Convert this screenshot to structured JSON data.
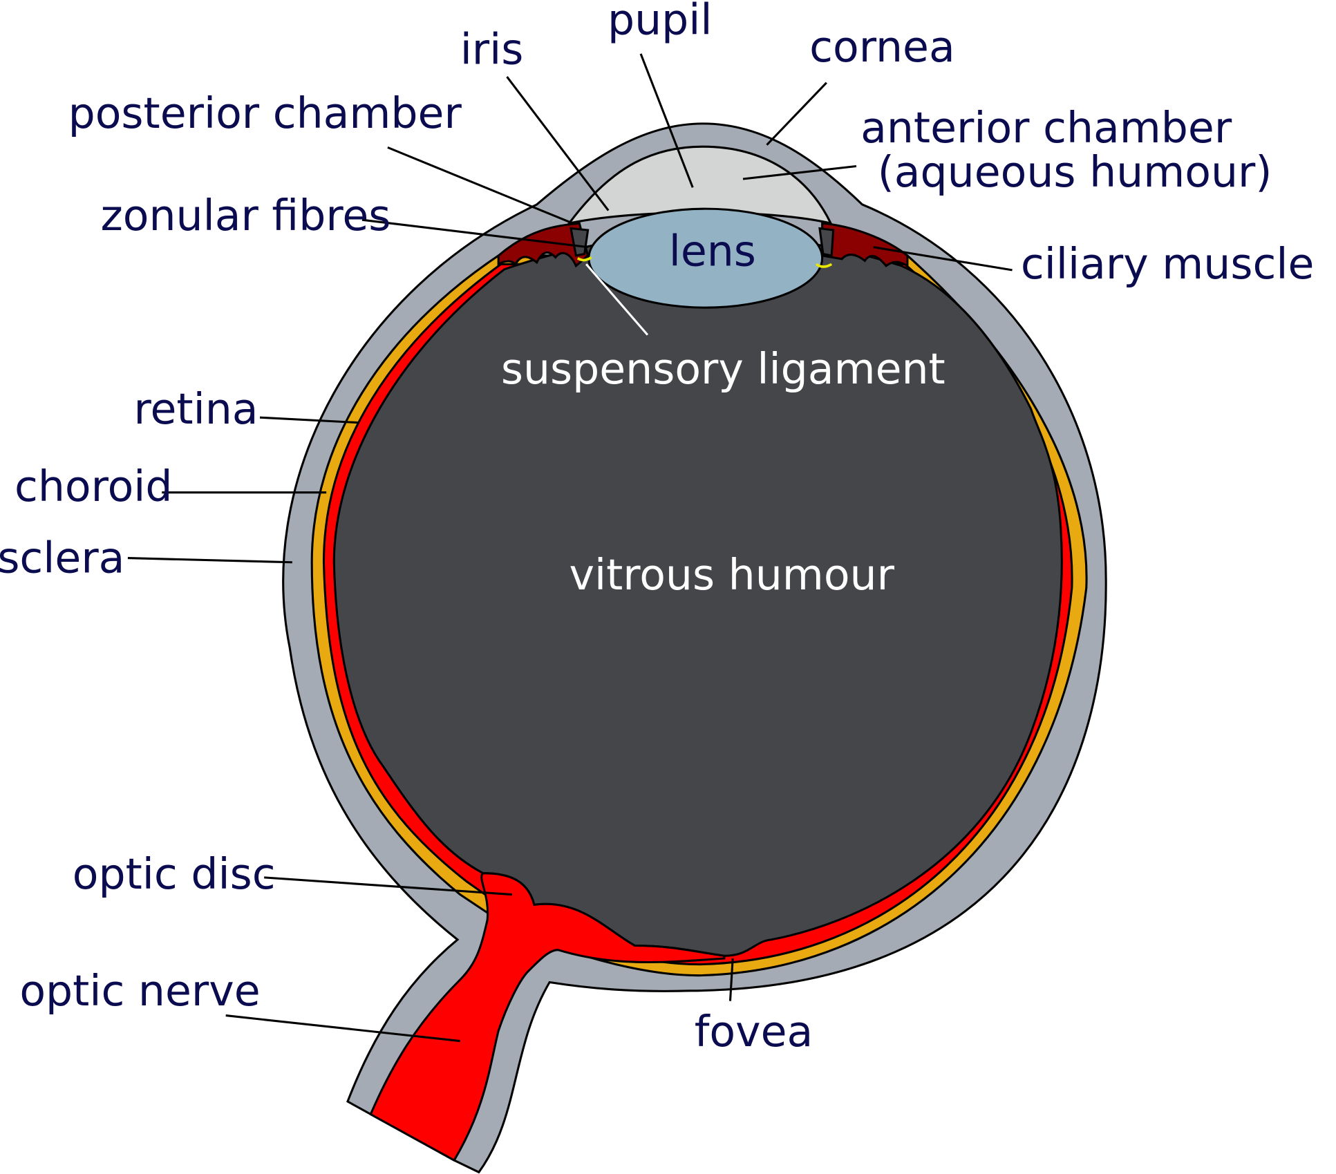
{
  "title": "Schematic diagram of the human eye",
  "colors": {
    "sclera": "#a5abb4",
    "cornea_chamber": "#d3d5d5",
    "choroid": "#e8aa10",
    "retina": "#ff0000",
    "vitreous": "#45464a",
    "ciliary": "#8b0000",
    "lens": "#93b2c4",
    "label": "#0b0b50"
  },
  "labels": {
    "pupil": "pupil",
    "iris": "iris",
    "cornea": "cornea",
    "posterior_chamber": "posterior chamber",
    "anterior_chamber": "anterior chamber",
    "aqueous_humour": "(aqueous humour)",
    "zonular_fibres": "zonular fibres",
    "lens": "lens",
    "ciliary_muscle": "ciliary muscle",
    "suspensory_ligament": "suspensory ligament",
    "retina": "retina",
    "choroid": "choroid",
    "sclera": "sclera",
    "vitrous_humour": "vitrous humour",
    "optic_disc": "optic disc",
    "optic_nerve": "optic nerve",
    "fovea": "fovea"
  }
}
